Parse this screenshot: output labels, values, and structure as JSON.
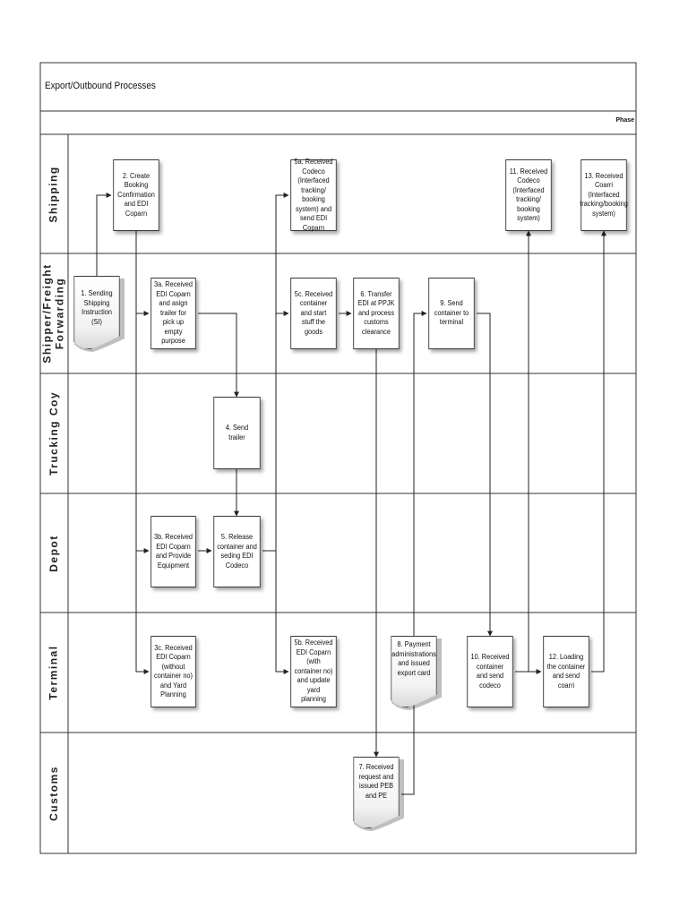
{
  "title": "Export/Outbound Processes",
  "phase_label": "Phase",
  "lanes": [
    {
      "id": "shipping",
      "label": "Shipping"
    },
    {
      "id": "shipper",
      "label": "Shipper/Freight\nForwarding"
    },
    {
      "id": "trucking",
      "label": "Trucking Coy"
    },
    {
      "id": "depot",
      "label": "Depot"
    },
    {
      "id": "terminal",
      "label": "Terminal"
    },
    {
      "id": "customs",
      "label": "Customs"
    }
  ],
  "nodes": {
    "n1": "1. Sending Shipping Instruction (SI)",
    "n2": "2. Create Booking Confirmation and EDI Coparn",
    "n3a": "3a. Received EDI Coparn and asign trailer for pick up empty purpose",
    "n3b": "3b. Received EDI Coparn and Provide Equipment",
    "n3c": "3c. Received EDI Coparn (without container no) and Yard Planning",
    "n4": "4. Send trailer",
    "n5": "5. Release container and seding EDI Codeco",
    "n5a": "5a. Received Codeco (Interfaced tracking/ booking system) and send EDI Coparn",
    "n5b": "5b. Received EDI Coparn (with container no) and update yard planning",
    "n5c": "5c. Received container and start stuff the goods",
    "n6": "6. Transfer EDI at PPJK and process customs clearance",
    "n7": "7. Received request and issued PEB and PE",
    "n8": "8. Payment administrations and issued export card",
    "n9": "9. Send container to terminal",
    "n10": "10. Received container and send codeco",
    "n11": "11. Received Codeco (Interfaced tracking/ booking system)",
    "n12": "12. Loading the container and send coarri",
    "n13": "13. Received Coarri (Interfaced tracking/booking system)"
  }
}
